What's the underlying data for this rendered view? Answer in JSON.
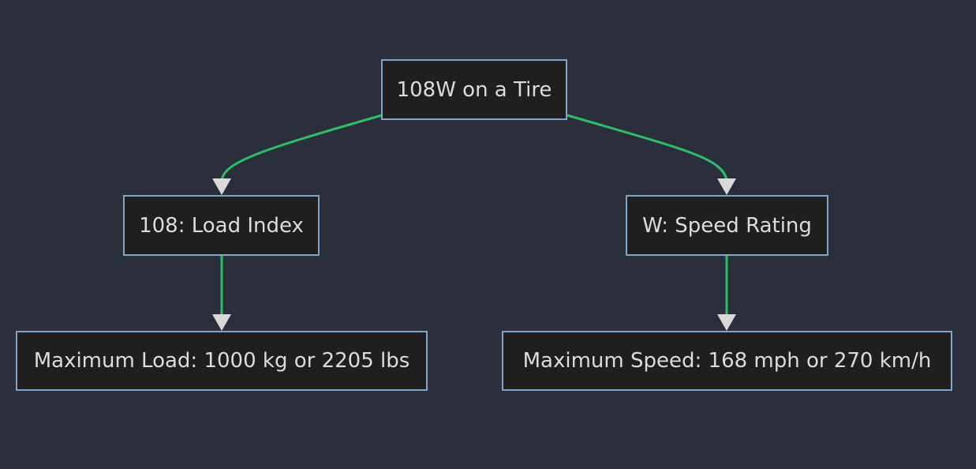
{
  "diagram": {
    "type": "flowchart",
    "nodes": {
      "root": "108W on a Tire",
      "load_index": "108: Load Index",
      "speed_rating": "W: Speed Rating",
      "max_load": "Maximum Load: 1000 kg or 2205 lbs",
      "max_speed": "Maximum Speed: 168 mph or 270 km/h"
    },
    "edges": [
      {
        "from": "root",
        "to": "load_index"
      },
      {
        "from": "root",
        "to": "speed_rating"
      },
      {
        "from": "load_index",
        "to": "max_load"
      },
      {
        "from": "speed_rating",
        "to": "max_speed"
      }
    ],
    "colors": {
      "background": "#2a2f3b",
      "node_fill": "#1f1f1f",
      "node_border": "#7fa6c9",
      "edge": "#2ebd6b",
      "arrowhead": "#d9d9d9",
      "text": "#dcdcdc"
    }
  }
}
